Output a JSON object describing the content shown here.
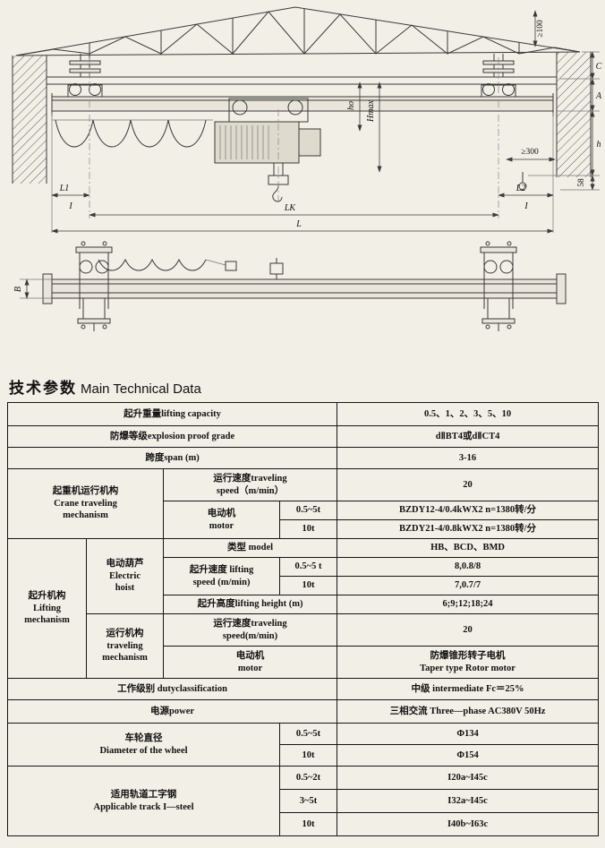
{
  "heading": {
    "cn": "技术参数",
    "en": "Main Technical Data"
  },
  "drawing": {
    "dims": {
      "ge100": "≥100",
      "c": "C",
      "a": "A",
      "h": "h",
      "hmax": "Hmax",
      "ho": "ho",
      "ge300": "≥300",
      "d58": "58",
      "l1": "L1",
      "l2": "L2",
      "lk": "LK",
      "l": "L",
      "section_left": "I",
      "section_right": "I",
      "b": "B"
    }
  },
  "table": {
    "lifting_capacity": {
      "label": "起升重量lifting capacity",
      "value": "0.5、1、2、3、5、10"
    },
    "explosion_grade": {
      "label": "防爆等级explosion proof grade",
      "value": "dⅡBT4或dⅡCT4"
    },
    "span": {
      "label": "跨度span (m)",
      "value": "3-16"
    },
    "crane_traveling": {
      "group": "起重机运行机构\nCrane traveling\nmechanism",
      "speed_label": "运行速度traveling\nspeed（m/min）",
      "speed_value": "20",
      "motor_label": "电动机\nmotor",
      "motor_rows": [
        {
          "cond": "0.5~5t",
          "value": "BZDY12-4/0.4kWX2  n=1380转/分"
        },
        {
          "cond": "10t",
          "value": "BZDY21-4/0.8kWX2  n=1380转/分"
        }
      ]
    },
    "lifting_mechanism": {
      "group": "起升机构\nLifting\nmechanism",
      "hoist": {
        "group": "电动葫芦\nElectric\nhoist",
        "model_label": "类型  model",
        "model_value": "HB、BCD、BMD",
        "speed_label": "起升速度 lifting\nspeed (m/min)",
        "speed_rows": [
          {
            "cond": "0.5~5 t",
            "value": "8,0.8/8"
          },
          {
            "cond": "10t",
            "value": "7,0.7/7"
          }
        ],
        "height_label": "起升高度lifting height (m)",
        "height_value": "6;9;12;18;24"
      },
      "traveling": {
        "group": "运行机构\ntraveling\nmechanism",
        "speed_label": "运行速度traveling\nspeed(m/min)",
        "speed_value": "20",
        "motor_label": "电动机\nmotor",
        "motor_value": "防爆锥形转子电机\nTaper type Rotor motor"
      }
    },
    "duty": {
      "label": "工作级别 dutyclassification",
      "value": "中级 intermediate Fc＝25%"
    },
    "power": {
      "label": "电源power",
      "value": "三相交流  Three—phase AC380V 50Hz"
    },
    "wheel_diameter": {
      "group": "车轮直径\nDiameter of the wheel",
      "rows": [
        {
          "cond": "0.5~5t",
          "value": "Φ134"
        },
        {
          "cond": "10t",
          "value": "Φ154"
        }
      ]
    },
    "track": {
      "group": "适用轨道工字钢\nApplicable track I—steel",
      "rows": [
        {
          "cond": "0.5~2t",
          "value": "I20a~I45c"
        },
        {
          "cond": "3~5t",
          "value": "I32a~I45c"
        },
        {
          "cond": "10t",
          "value": "I40b~I63c"
        }
      ]
    }
  }
}
